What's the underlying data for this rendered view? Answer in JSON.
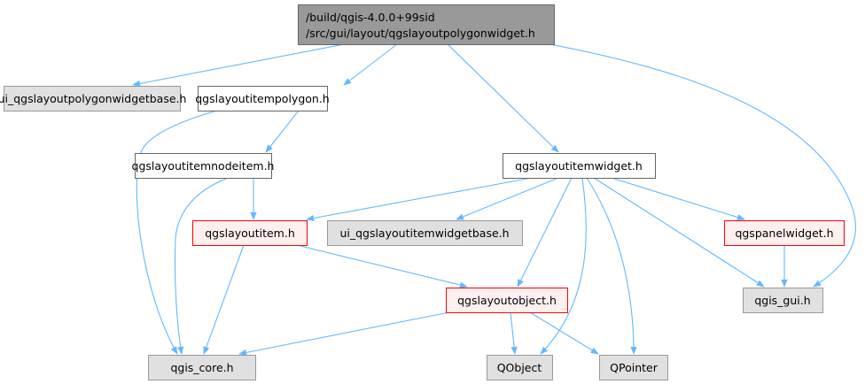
{
  "graph": {
    "main": {
      "line1": "/build/qgis-4.0.0+99sid",
      "line2": "/src/gui/layout/qgslayoutpolygonwidget.h"
    },
    "nodes": {
      "ui_polygonwidgetbase": "ui_qgslayoutpolygonwidgetbase.h",
      "itempolygon": "qgslayoutitempolygon.h",
      "nodeitem": "qgslayoutitemnodeitem.h",
      "itemwidget": "qgslayoutitemwidget.h",
      "layoutitem": "qgslayoutitem.h",
      "ui_itemwidgetbase": "ui_qgslayoutitemwidgetbase.h",
      "panelwidget": "qgspanelwidget.h",
      "layoutobject": "qgslayoutobject.h",
      "qgis_gui": "qgis_gui.h",
      "qgis_core": "qgis_core.h",
      "qobject": "QObject",
      "qpointer": "QPointer"
    },
    "colors": {
      "edge": "#63b8ff",
      "main_fill": "#999999",
      "external_fill": "#e0e0e0",
      "truncated_border": "#ff0000",
      "truncated_fill": "#fff0f0"
    }
  }
}
